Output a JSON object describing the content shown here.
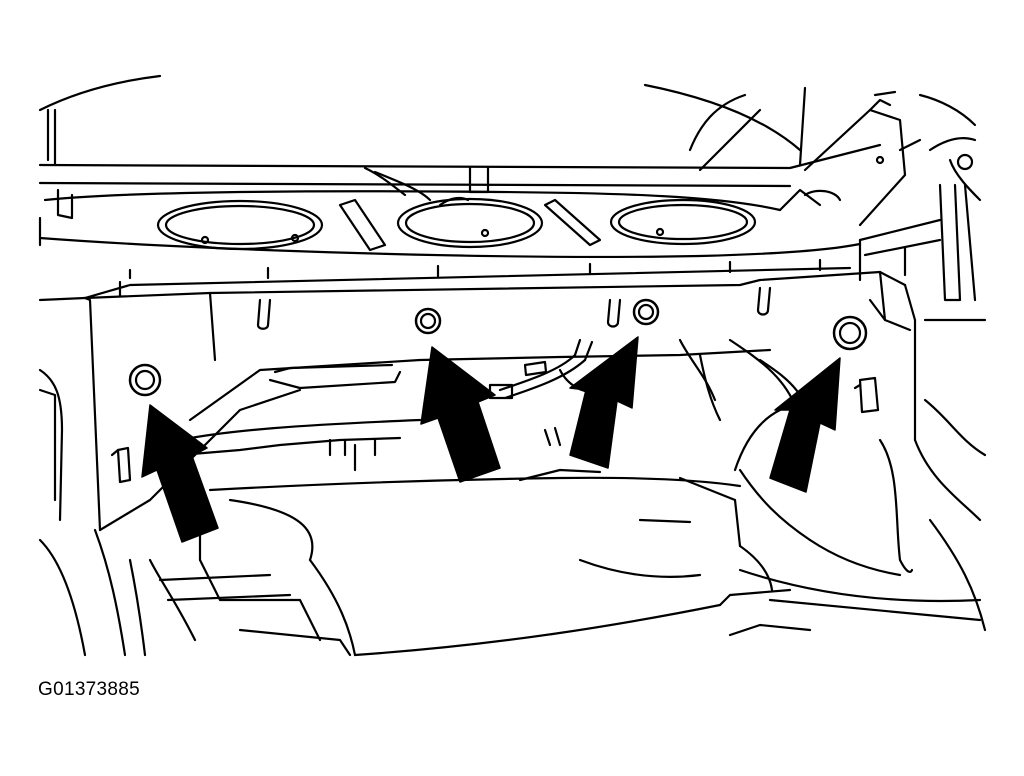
{
  "figure": {
    "id_label": "G01373885",
    "line_color": "#000000",
    "background_color": "#ffffff",
    "arrow_count": 4,
    "fastener_count": 4,
    "subject_icon": "trunk-crossmember-fastener-diagram"
  }
}
